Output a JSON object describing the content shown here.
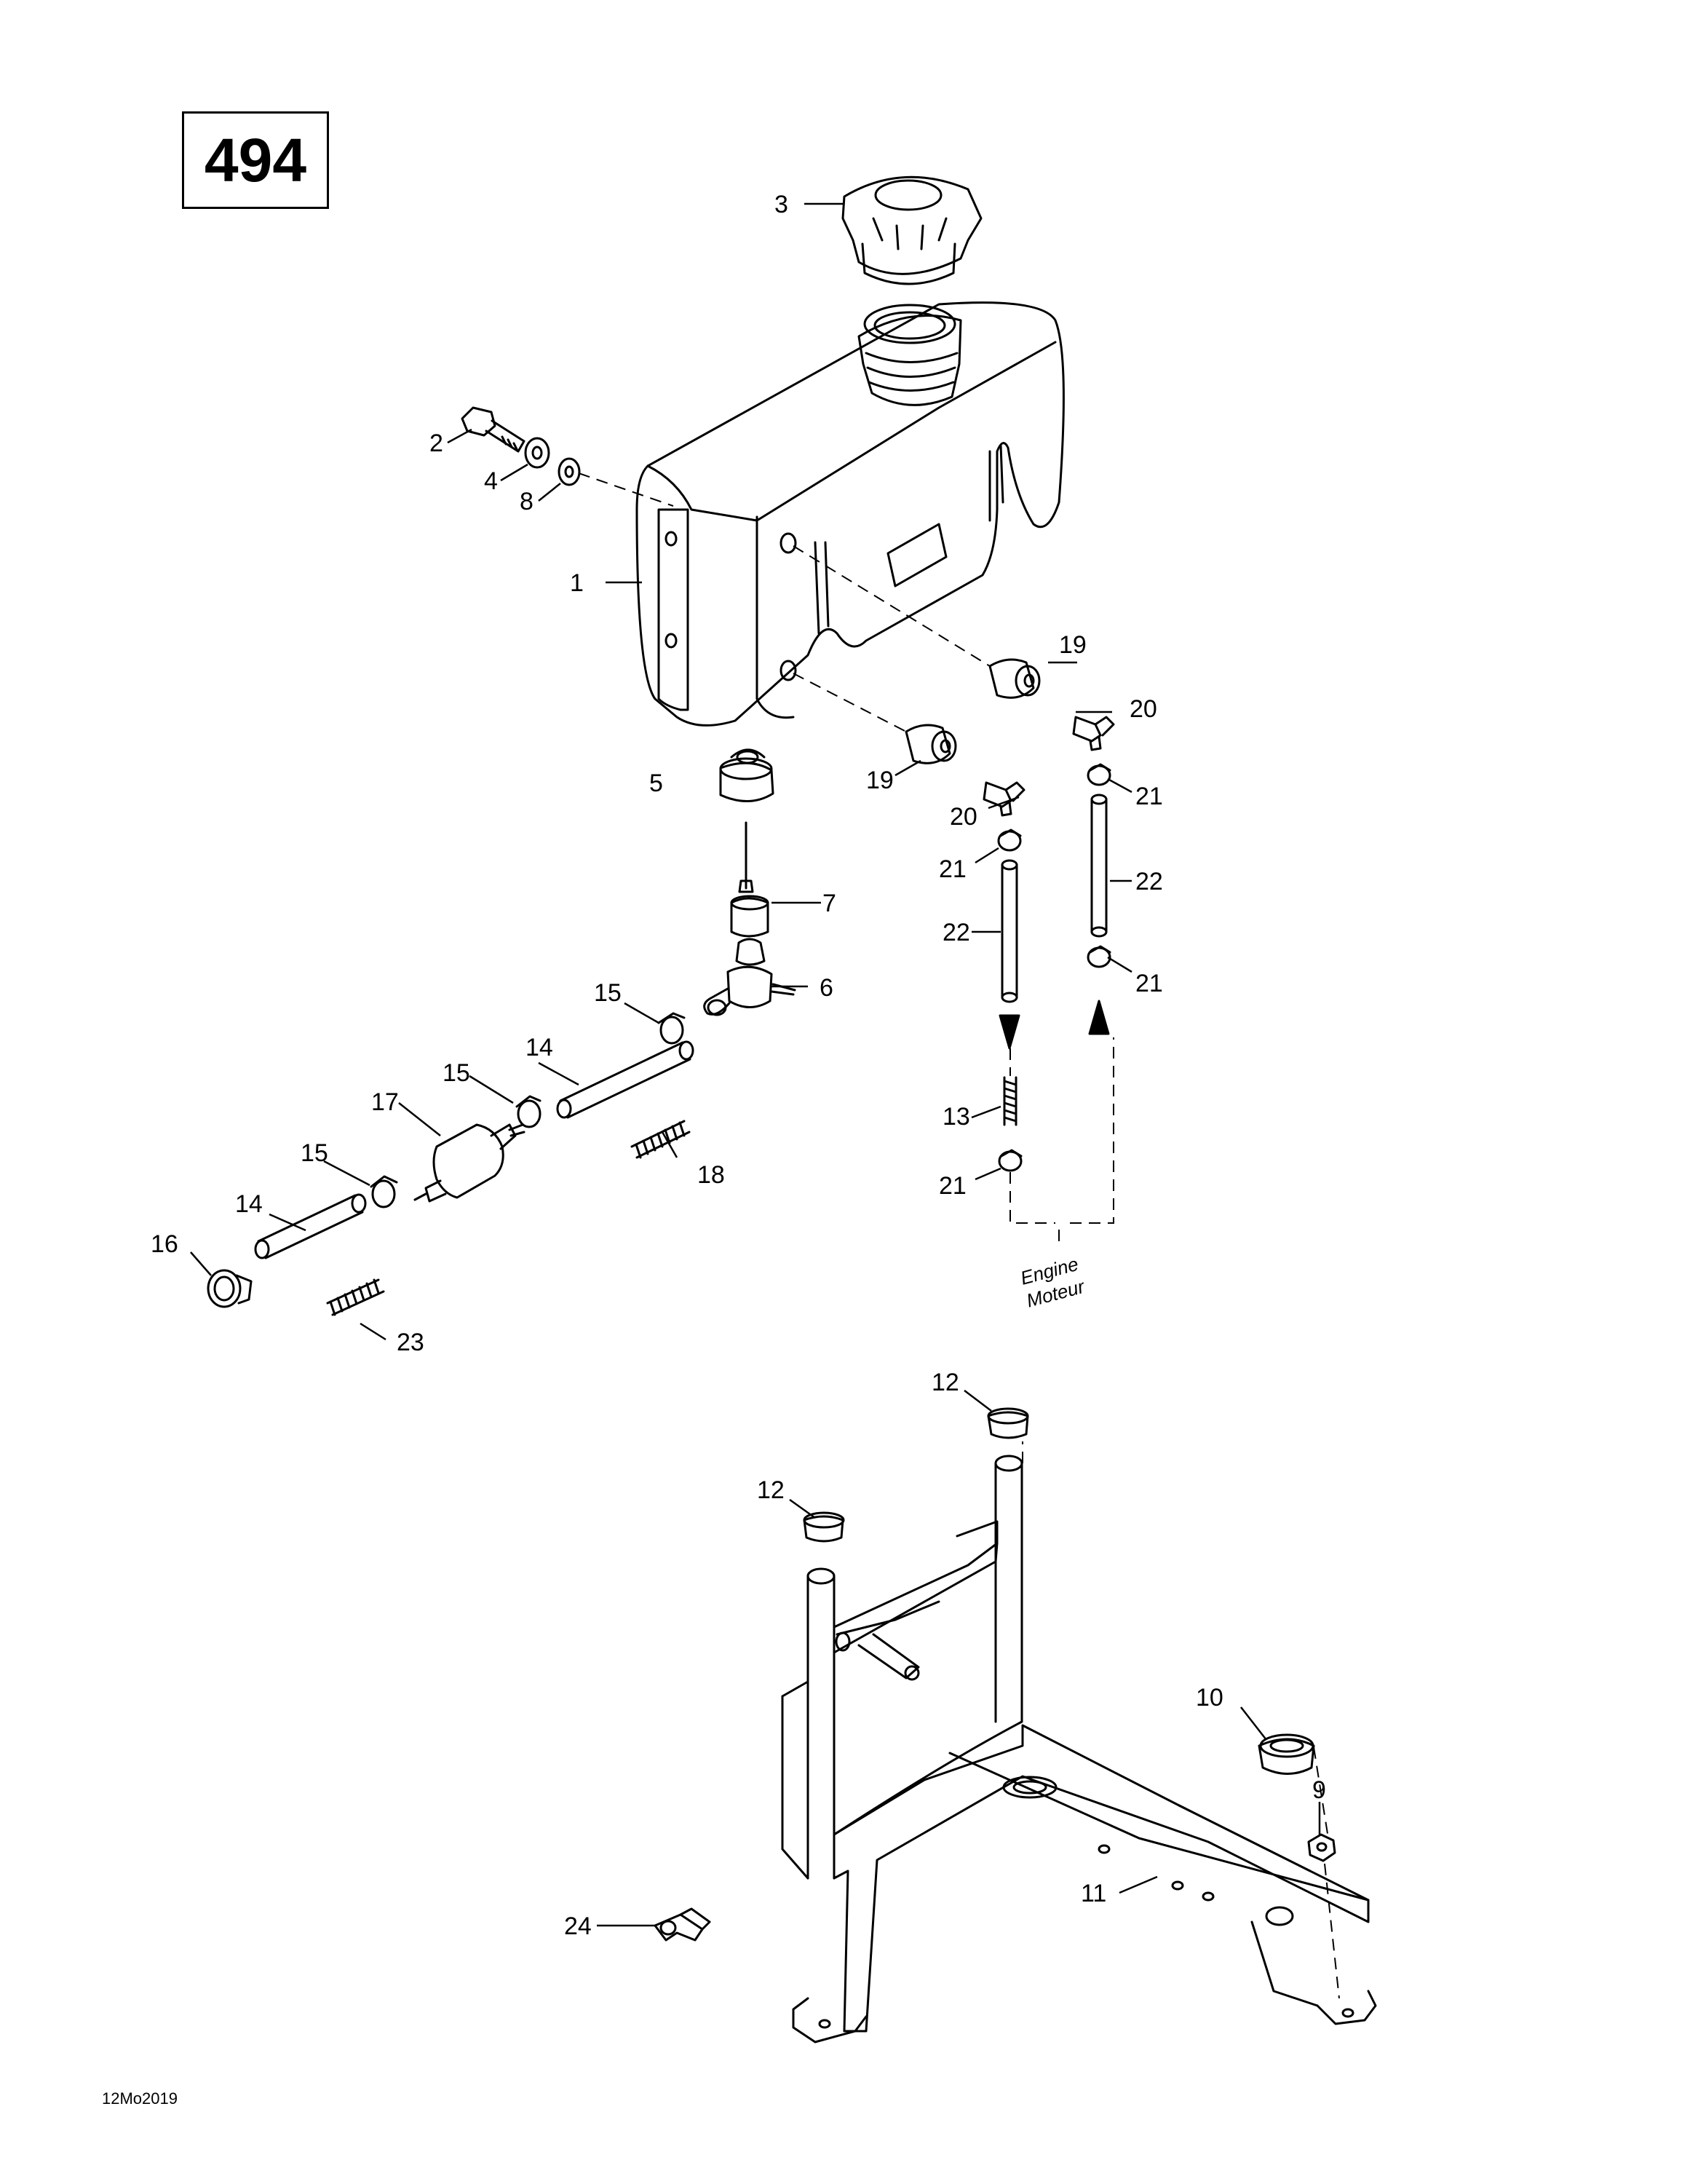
{
  "page_number": "494",
  "footer_code": "12Mo2019",
  "engine_note": [
    "Engine",
    "Moteur"
  ],
  "callouts": [
    {
      "id": "c1",
      "label": "1"
    },
    {
      "id": "c2",
      "label": "2"
    },
    {
      "id": "c3",
      "label": "3"
    },
    {
      "id": "c4",
      "label": "4"
    },
    {
      "id": "c5",
      "label": "5"
    },
    {
      "id": "c6",
      "label": "6"
    },
    {
      "id": "c7",
      "label": "7"
    },
    {
      "id": "c8",
      "label": "8"
    },
    {
      "id": "c9",
      "label": "9"
    },
    {
      "id": "c10",
      "label": "10"
    },
    {
      "id": "c11",
      "label": "11"
    },
    {
      "id": "c12a",
      "label": "12"
    },
    {
      "id": "c12b",
      "label": "12"
    },
    {
      "id": "c13",
      "label": "13"
    },
    {
      "id": "c14a",
      "label": "14"
    },
    {
      "id": "c14b",
      "label": "14"
    },
    {
      "id": "c15a",
      "label": "15"
    },
    {
      "id": "c15b",
      "label": "15"
    },
    {
      "id": "c15c",
      "label": "15"
    },
    {
      "id": "c16",
      "label": "16"
    },
    {
      "id": "c17",
      "label": "17"
    },
    {
      "id": "c18",
      "label": "18"
    },
    {
      "id": "c19a",
      "label": "19"
    },
    {
      "id": "c19b",
      "label": "19"
    },
    {
      "id": "c20a",
      "label": "20"
    },
    {
      "id": "c20b",
      "label": "20"
    },
    {
      "id": "c21a",
      "label": "21"
    },
    {
      "id": "c21b",
      "label": "21"
    },
    {
      "id": "c21c",
      "label": "21"
    },
    {
      "id": "c21d",
      "label": "21"
    },
    {
      "id": "c22a",
      "label": "22"
    },
    {
      "id": "c22b",
      "label": "22"
    },
    {
      "id": "c23",
      "label": "23"
    },
    {
      "id": "c24",
      "label": "24"
    }
  ]
}
